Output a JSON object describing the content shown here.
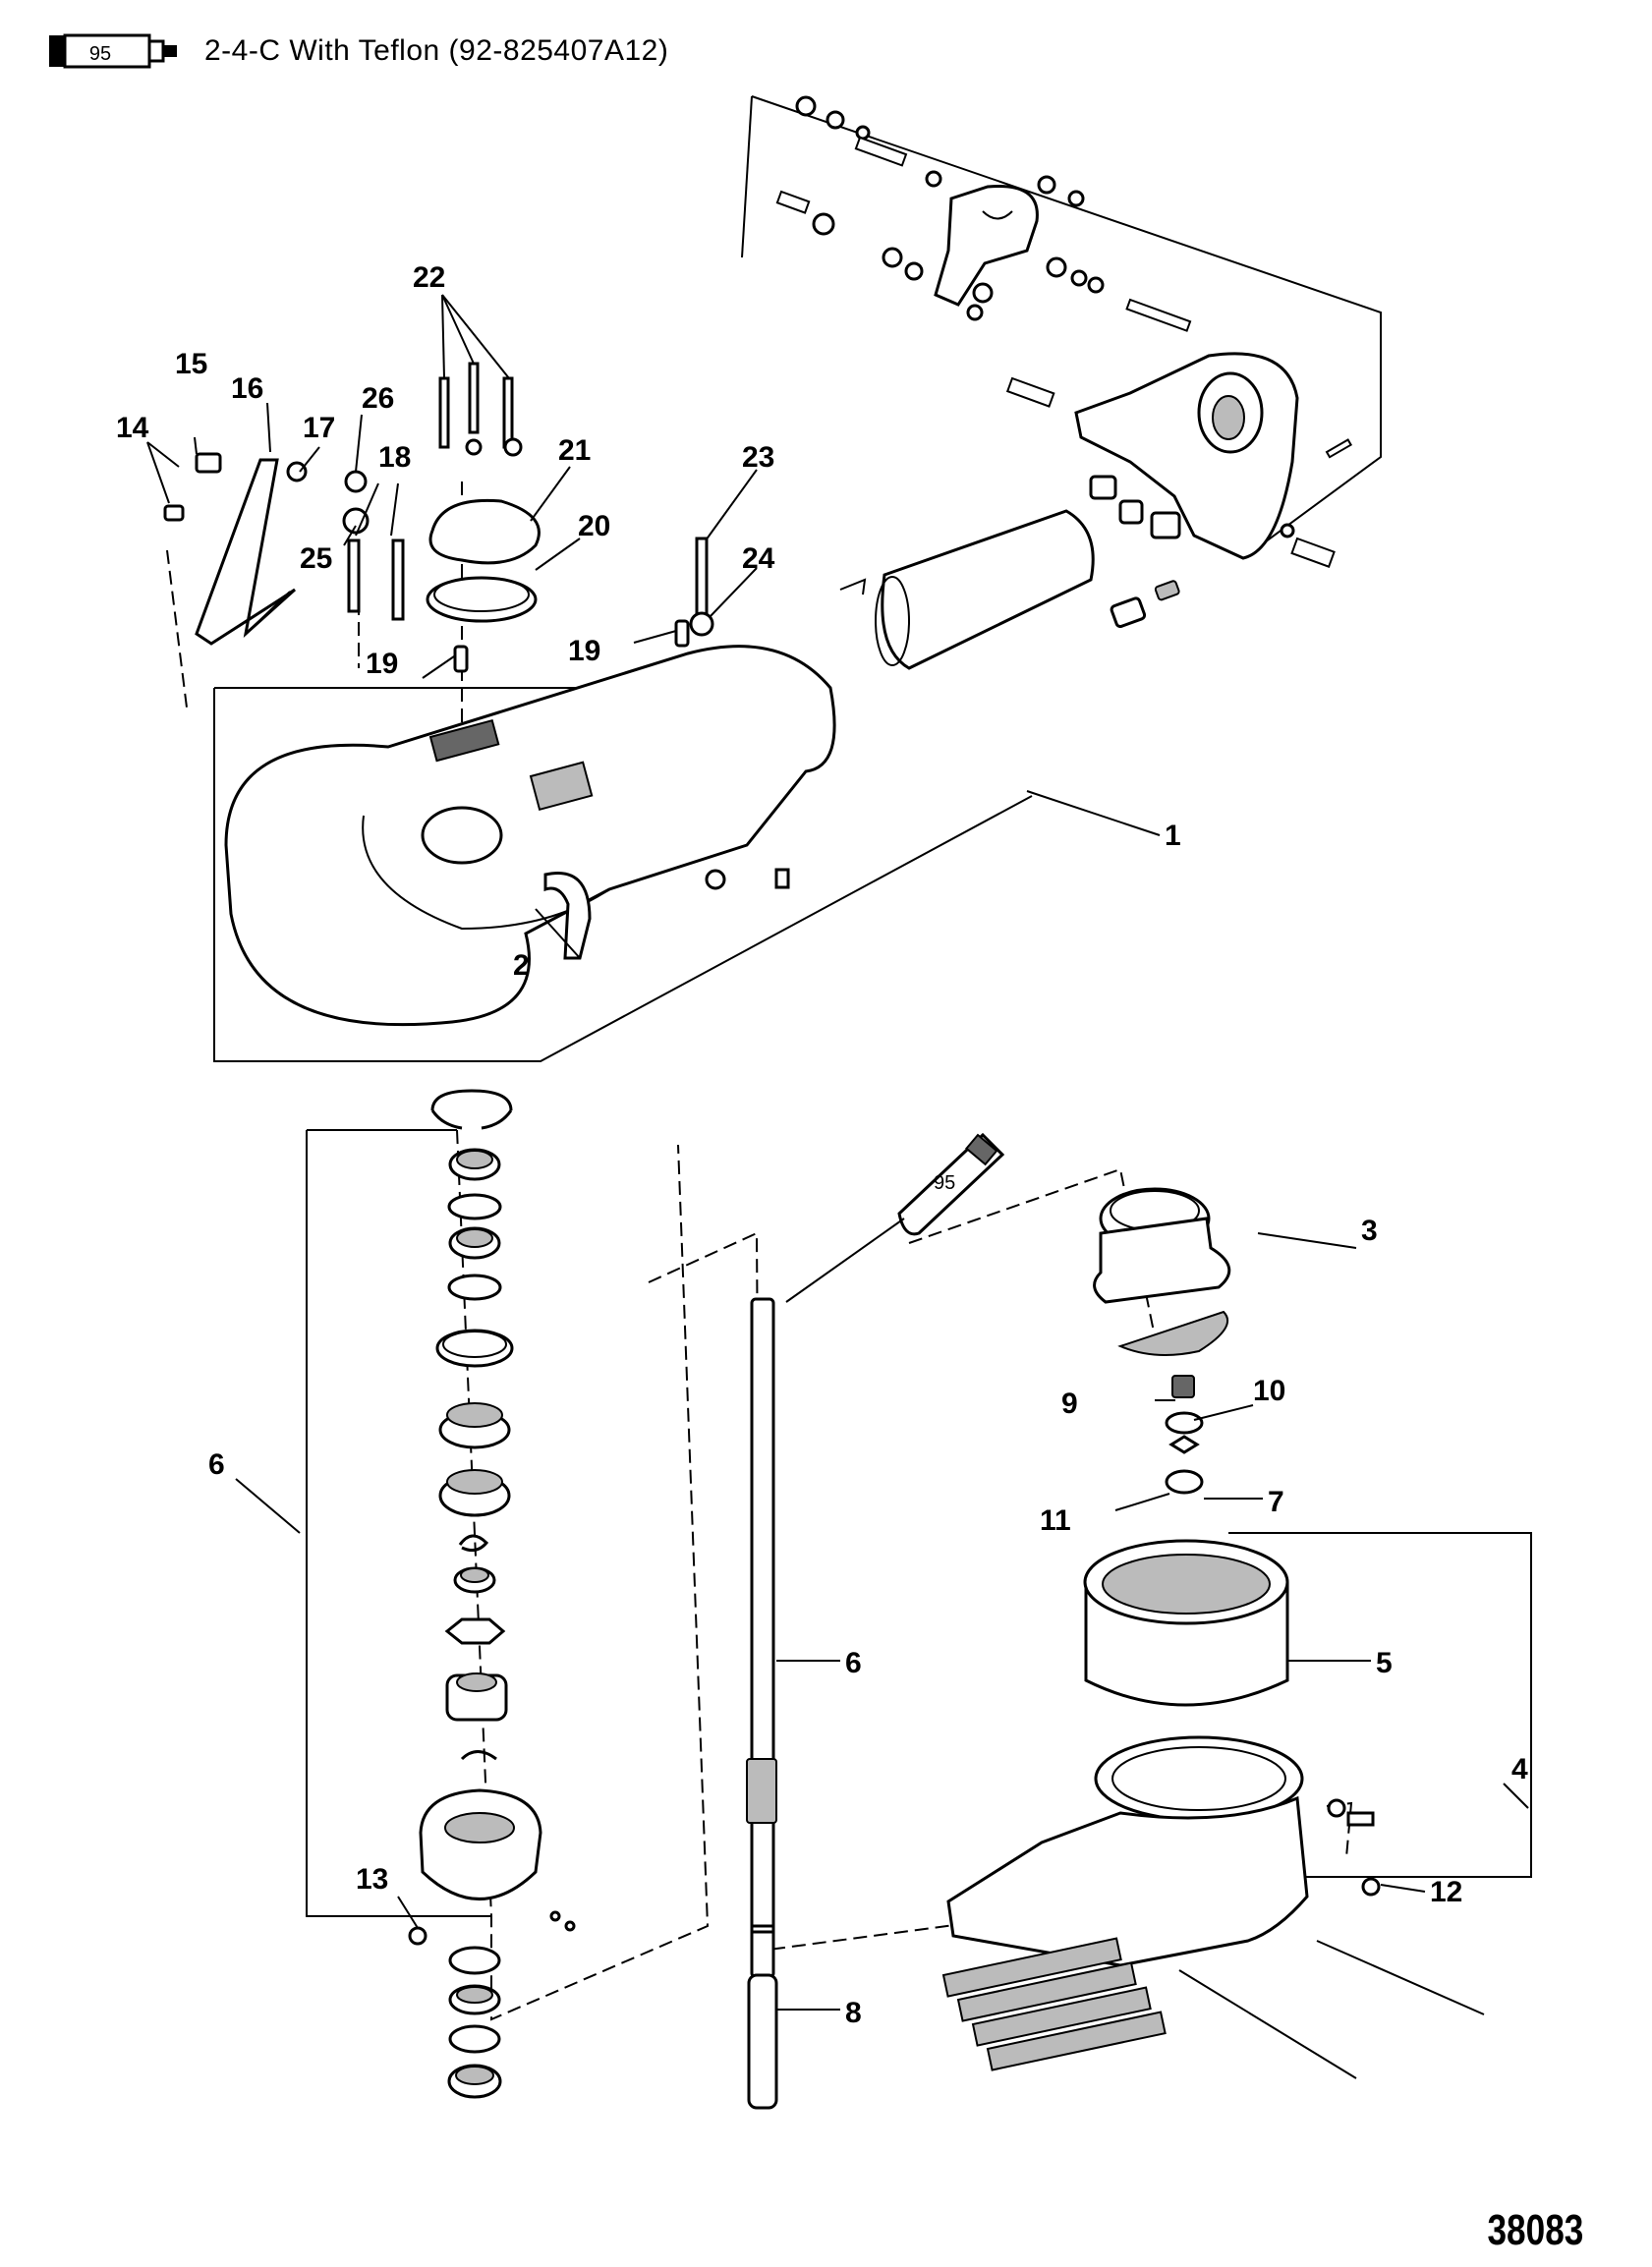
{
  "legend": {
    "tube_label": "95",
    "text": "2-4-C  With Teflon (92-825407A12)"
  },
  "figure_number": "38083",
  "callouts": {
    "c1": "1",
    "c2": "2",
    "c3": "3",
    "c4": "4",
    "c5": "5",
    "c6a": "6",
    "c6b": "6",
    "c7": "7",
    "c8": "8",
    "c9": "9",
    "c10": "10",
    "c11": "11",
    "c12": "12",
    "c13": "13",
    "c14": "14",
    "c15": "15",
    "c16": "16",
    "c17": "17",
    "c18": "18",
    "c19a": "19",
    "c19b": "19",
    "c20": "20",
    "c21": "21",
    "c22": "22",
    "c23": "23",
    "c24": "24",
    "c25": "25",
    "c26": "26"
  },
  "tube_callout": "95"
}
